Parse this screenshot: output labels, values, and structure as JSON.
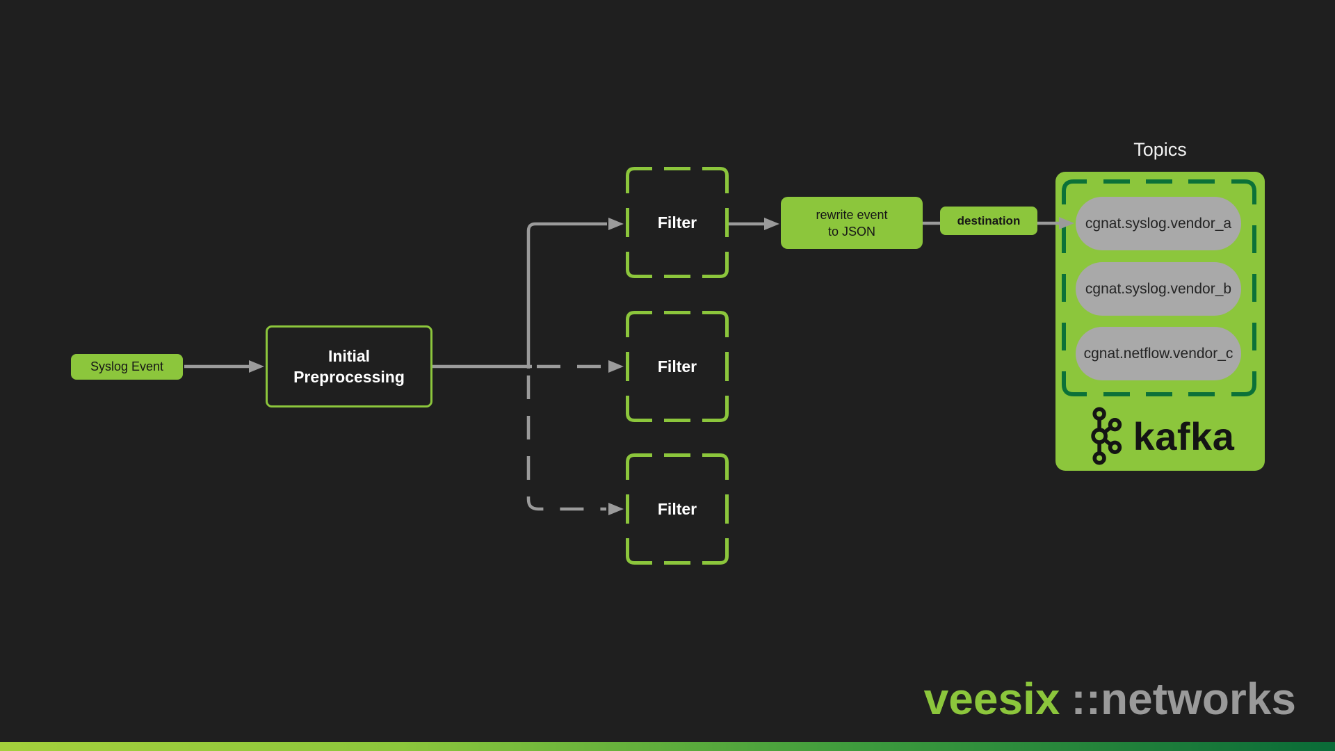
{
  "colors": {
    "background": "#1f1f1f",
    "lime_green": "#8cc63c",
    "dark_green_dashes": "#0b7138",
    "arrow_gray": "#9b9b9b",
    "topic_pill_gray": "#a9a9a9",
    "brand_secondary_gray": "#9a9a9a",
    "footer_gradient_left": "#a4d03c",
    "footer_gradient_right": "#0a6b38"
  },
  "nodes": {
    "syslog_event": {
      "label": "Syslog Event"
    },
    "initial_preprocessing": {
      "line1": "Initial",
      "line2": "Preprocessing"
    },
    "filters": [
      {
        "label": "Filter"
      },
      {
        "label": "Filter"
      },
      {
        "label": "Filter"
      }
    ],
    "rewrite_event": {
      "line1": "rewrite event",
      "line2": "to JSON"
    },
    "destination": {
      "label": "destination"
    }
  },
  "kafka": {
    "title": "Topics",
    "topics": [
      "cgnat.syslog.vendor_a",
      "cgnat.syslog.vendor_b",
      "cgnat.netflow.vendor_c"
    ],
    "logo_text": "kafka"
  },
  "branding": {
    "primary": "veesix",
    "secondary": "::networks"
  }
}
